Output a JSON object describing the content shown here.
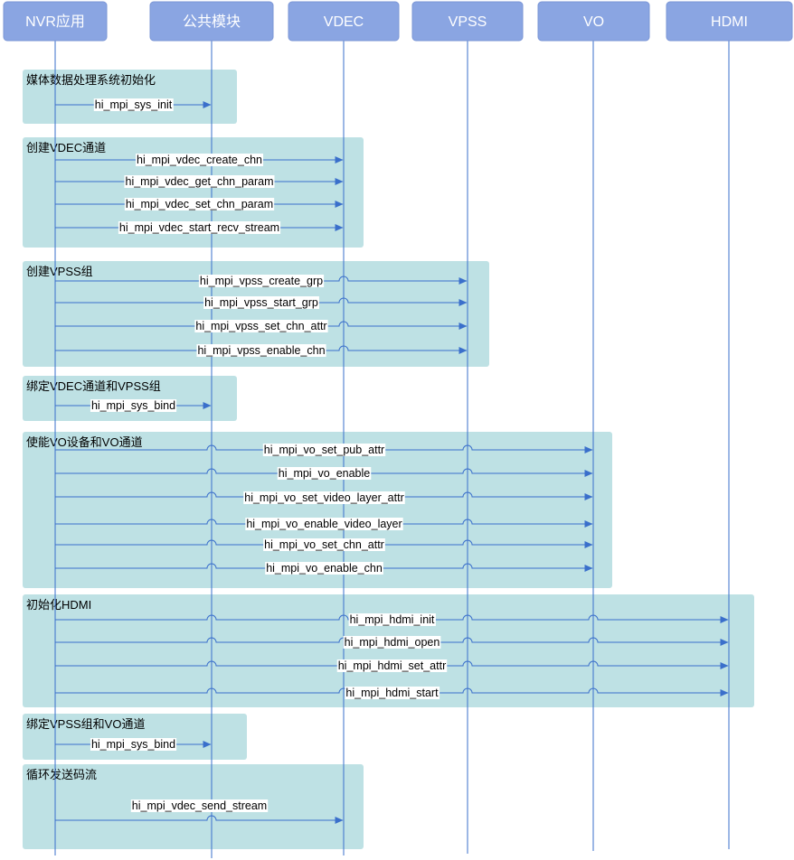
{
  "participants": [
    {
      "id": "nvr",
      "label": "NVR应用"
    },
    {
      "id": "common",
      "label": "公共模块"
    },
    {
      "id": "vdec",
      "label": "VDEC"
    },
    {
      "id": "vpss",
      "label": "VPSS"
    },
    {
      "id": "vo",
      "label": "VO"
    },
    {
      "id": "hdmi",
      "label": "HDMI"
    }
  ],
  "groups": [
    {
      "title": "媒体数据处理系统初始化",
      "messages": [
        {
          "label": "hi_mpi_sys_init",
          "to": "common"
        }
      ]
    },
    {
      "title": "创建VDEC通道",
      "messages": [
        {
          "label": "hi_mpi_vdec_create_chn",
          "to": "vdec"
        },
        {
          "label": "hi_mpi_vdec_get_chn_param",
          "to": "vdec"
        },
        {
          "label": "hi_mpi_vdec_set_chn_param",
          "to": "vdec"
        },
        {
          "label": "hi_mpi_vdec_start_recv_stream",
          "to": "vdec"
        }
      ]
    },
    {
      "title": "创建VPSS组",
      "messages": [
        {
          "label": "hi_mpi_vpss_create_grp",
          "to": "vpss"
        },
        {
          "label": "hi_mpi_vpss_start_grp",
          "to": "vpss"
        },
        {
          "label": "hi_mpi_vpss_set_chn_attr",
          "to": "vpss"
        },
        {
          "label": "hi_mpi_vpss_enable_chn",
          "to": "vpss"
        }
      ]
    },
    {
      "title": "绑定VDEC通道和VPSS组",
      "messages": [
        {
          "label": "hi_mpi_sys_bind",
          "to": "common"
        }
      ]
    },
    {
      "title": "使能VO设备和VO通道",
      "messages": [
        {
          "label": "hi_mpi_vo_set_pub_attr",
          "to": "vo"
        },
        {
          "label": "hi_mpi_vo_enable",
          "to": "vo"
        },
        {
          "label": "hi_mpi_vo_set_video_layer_attr",
          "to": "vo"
        },
        {
          "label": "hi_mpi_vo_enable_video_layer",
          "to": "vo"
        },
        {
          "label": "hi_mpi_vo_set_chn_attr",
          "to": "vo"
        },
        {
          "label": "hi_mpi_vo_enable_chn",
          "to": "vo"
        }
      ]
    },
    {
      "title": "初始化HDMI",
      "messages": [
        {
          "label": "hi_mpi_hdmi_init",
          "to": "hdmi"
        },
        {
          "label": "hi_mpi_hdmi_open",
          "to": "hdmi"
        },
        {
          "label": "hi_mpi_hdmi_set_attr",
          "to": "hdmi"
        },
        {
          "label": "hi_mpi_hdmi_start",
          "to": "hdmi"
        }
      ]
    },
    {
      "title": "绑定VPSS组和VO通道",
      "messages": [
        {
          "label": "hi_mpi_sys_bind",
          "to": "common"
        }
      ]
    },
    {
      "title": "循环发送码流",
      "messages": [
        {
          "label": "hi_mpi_vdec_send_stream",
          "to": "vdec"
        }
      ]
    }
  ],
  "colors": {
    "header_fill": "#8aa5e2",
    "group_fill": "#bee1e4",
    "line": "#3a6fcb"
  }
}
